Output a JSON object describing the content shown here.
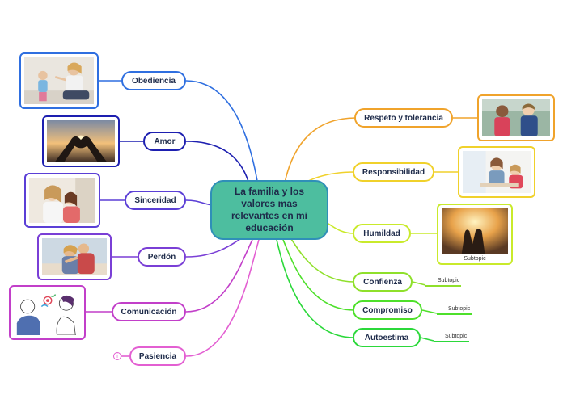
{
  "central_topic": "La familia y los valores mas relevantes en mi educación",
  "left_branches": [
    {
      "label": "Obediencia",
      "color": "#2f6fe0"
    },
    {
      "label": "Amor",
      "color": "#1d1fb0"
    },
    {
      "label": "Sinceridad",
      "color": "#5b3fd6"
    },
    {
      "label": "Perdón",
      "color": "#7a3fd6"
    },
    {
      "label": "Comunicación",
      "color": "#c23fc9"
    },
    {
      "label": "Pasiencia",
      "color": "#e35fd2"
    }
  ],
  "right_branches": [
    {
      "label": "Respeto y tolerancia",
      "color": "#f0a32b"
    },
    {
      "label": "Responsibilidad",
      "color": "#f0d12b"
    },
    {
      "label": "Humildad",
      "color": "#c9ea2b"
    },
    {
      "label": "Confienza",
      "color": "#8fe02b"
    },
    {
      "label": "Compromiso",
      "color": "#4ee02b"
    },
    {
      "label": "Autoestima",
      "color": "#2bd83a"
    }
  ],
  "subtopics": {
    "humildad_caption": "Subtopic",
    "confienza": "Subtopic",
    "compromiso": "Subtopic",
    "autoestima": "Subtopic"
  },
  "marker_text": "i"
}
